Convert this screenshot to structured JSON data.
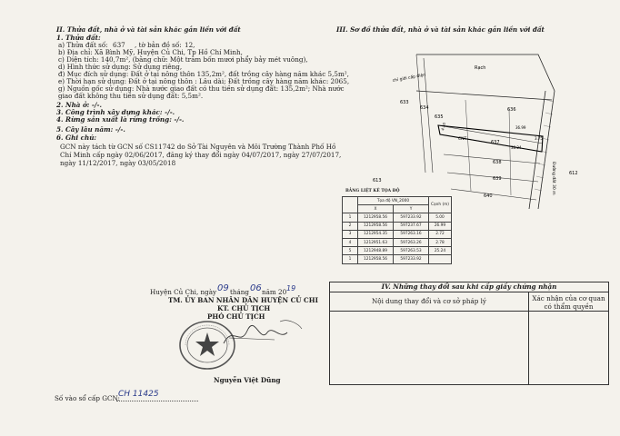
{
  "left": {
    "section_title": "II. Thửa đất, nhà ở và tài sản khác gắn liền với đất",
    "parcel_title": "1. Thửa đất:",
    "a": "a) Thửa đất số:",
    "a_num": "637",
    "a_sheet_label": ", tờ bản đồ số:",
    "a_sheet": "12,",
    "b": "b) Địa chỉ:  Xã Bình Mỹ, Huyện Củ Chi, Tp Hồ Chí Minh,",
    "c": "c) Diện tích:           140,7m², (bằng chữ: Một trăm bốn mươi phẩy bảy mét vuông),",
    "d": "d) Hình thức sử dụng:    Sử dụng riêng,",
    "dd": "đ) Mục đích sử dụng:  Đất ở tại nông thôn 135,2m², đất trồng cây hàng năm khác 5,5m²,",
    "e": "e) Thời hạn sử dụng:  Đất ở tại nông thôn : Lâu dài; Đất trồng cây hàng năm khác: 2065,",
    "g": "g) Nguồn gốc sử dụng: Nhà nước giao đất có thu tiền sử dụng đất: 135,2m²; Nhà nước",
    "g2": "giao đất không thu tiền sử dụng đất: 5,5m².",
    "s2": "2. Nhà ở: -/-.",
    "s3": "3. Công trình xây dựng khác: -/-.",
    "s4": "4. Rừng sản xuất là rừng trồng: -/-.",
    "s5": "5. Cây lâu năm: -/-.",
    "s6": "6. Ghi chú:",
    "note1": "GCN này tách từ GCN số CS11742 do Sở Tài Nguyên và Môi Trường Thành Phố Hồ",
    "note2": "Chí Minh cấp ngày 02/06/2017, đăng ký thay đổi ngày 04/07/2017, ngày 27/07/2017,",
    "note3": "ngày 11/12/2017, ngày 03/05/2018",
    "date_prefix": "Huyện Củ Chi, ngày",
    "date_day": "09",
    "date_month_label": "tháng",
    "date_month": "06",
    "date_year_label": "năm 20",
    "date_year": "19",
    "org": "TM. ỦY BAN NHÂN DÂN HUYỆN CỦ CHI",
    "role1": "KT. CHỦ TỊCH",
    "role2": "PHÓ CHỦ TỊCH",
    "signer": "Nguyễn Việt Dũng",
    "cert_label": "Số vào sổ cấp GCN:",
    "cert_no": "CH 11425"
  },
  "right": {
    "section_title": "III. Sơ đồ thửa đất, nhà ở và tài sản khác gắn liền với đất",
    "labels": {
      "cap_dien": "chỉ giới cấp điện",
      "rach": "Rạch",
      "p633": "633",
      "p634": "634",
      "p635": "635",
      "p636": "636",
      "p637": "637",
      "p638": "638",
      "p639": "639",
      "p640": "640",
      "p612": "612",
      "p613": "613",
      "cnt": "CNT",
      "road": "Đường đất 30 m",
      "d1": "36.99",
      "d2": "38.24",
      "d3": "4.30",
      "d4": "3.75"
    },
    "coord_table": {
      "title": "BẢNG LIỆT KÊ TỌA ĐỘ",
      "header_sub": "Tọa độ VN_2000",
      "col_len": "Cạnh (m)",
      "rows": [
        [
          "1",
          "1212958.56",
          "597233.92",
          "5.00"
        ],
        [
          "2",
          "1212958.56",
          "597237.67",
          "26.99"
        ],
        [
          "3",
          "1212954.35",
          "597263.16",
          "2.72"
        ],
        [
          "4",
          "1212951.63",
          "597263.26",
          "2.78"
        ],
        [
          "5",
          "1212948.89",
          "597263.53",
          "25.24"
        ],
        [
          "1",
          "1212958.56",
          "597233.92",
          ""
        ]
      ]
    },
    "changes": {
      "title": "IV. Những thay đổi sau khi cấp giấy chứng nhận",
      "col1": "Nội dung thay đổi và cơ sở pháp lý",
      "col2a": "Xác nhận của cơ quan",
      "col2b": "có thẩm quyền"
    }
  },
  "colors": {
    "ink": "#1d1d1d",
    "stamp": "#555555",
    "pen": "#2a3a8a"
  }
}
